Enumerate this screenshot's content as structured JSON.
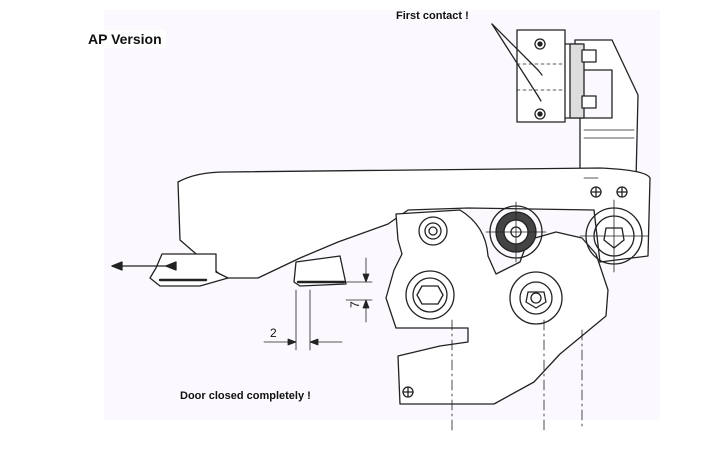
{
  "diagram": {
    "title": "AP Version",
    "callout_first_contact": "First contact !",
    "caption_door_closed": "Door closed completely !",
    "dimension_gap_horizontal": "2",
    "dimension_gap_vertical": "7",
    "background_color": "#fbf8fe",
    "line_color": "#222222"
  }
}
